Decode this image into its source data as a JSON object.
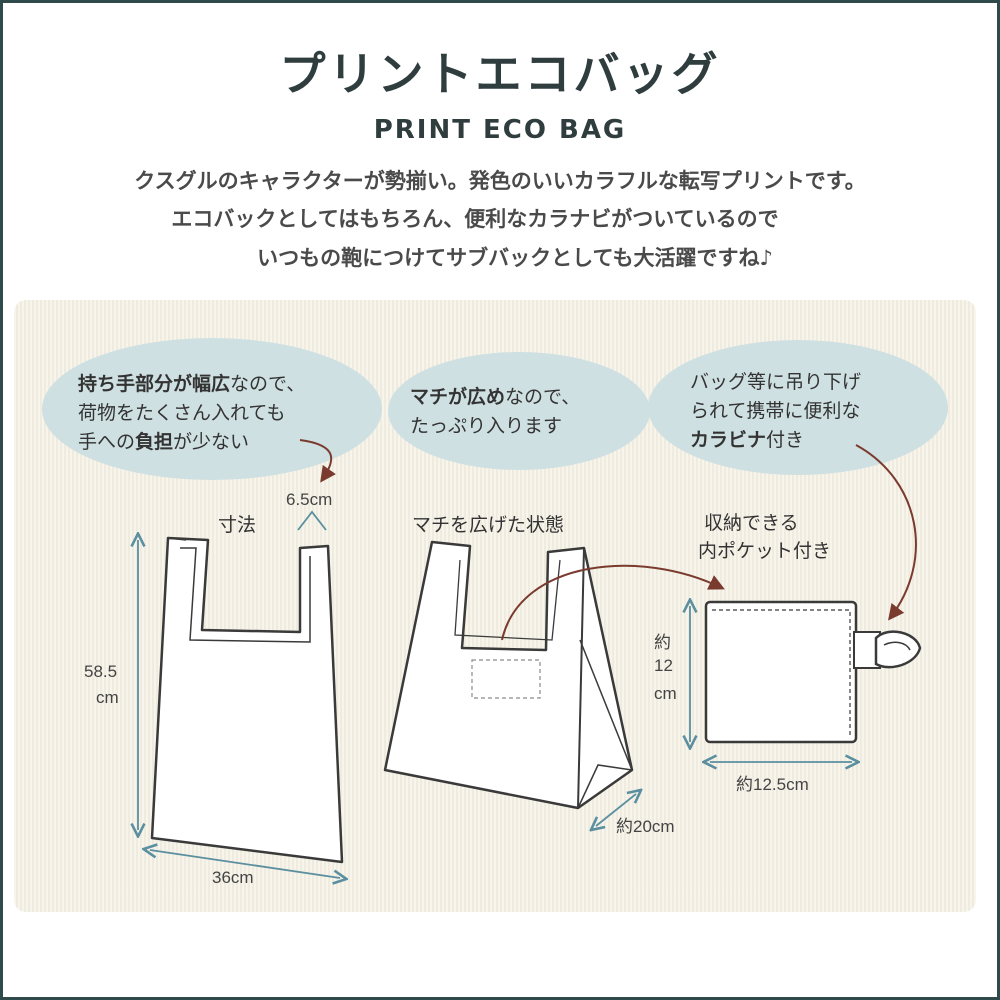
{
  "title_jp": "プリントエコバッグ",
  "title_en": "PRINT ECO BAG",
  "description": [
    "クスグルのキャラクターが勢揃い。発色のいいカラフルな転写プリントです。",
    "エコバックとしてはもちろん、便利なカラナビがついているので",
    "いつもの鞄につけてサブバックとしても大活躍ですね♪"
  ],
  "bubbles": {
    "handle": {
      "line1_bold": "持ち手部分が幅広",
      "line1_rest": "なので、",
      "line2": "荷物をたくさん入れても",
      "line3_a": "手への",
      "line3_b": "負担",
      "line3_c": "が少ない"
    },
    "gusset": {
      "line1_bold": "マチが広め",
      "line1_rest": "なので、",
      "line2": "たっぷり入ります"
    },
    "carabiner": {
      "line1": "バッグ等に吊り下げ",
      "line2": "られて携帯に便利な",
      "line3_bold": "カラビナ",
      "line3_rest": "付き"
    }
  },
  "labels": {
    "dimensions": "寸法",
    "handle_width": "6.5cm",
    "height_value": "58.5",
    "height_unit": "cm",
    "width": "36cm",
    "gusset_open": "マチを広げた状態",
    "gusset_depth": "約20cm",
    "pocket_line1": "収納できる",
    "pocket_line2": "内ポケット付き",
    "pouch_height_1": "約",
    "pouch_height_2": "12",
    "pouch_height_3": "cm",
    "pouch_width": "約12.5cm"
  },
  "colors": {
    "frame": "#2f4a4a",
    "panel": "#f3efe2",
    "bubble": "#cfe0e2",
    "arrow_brown": "#7a3b2e",
    "dimension_blue": "#5b8fa0"
  }
}
